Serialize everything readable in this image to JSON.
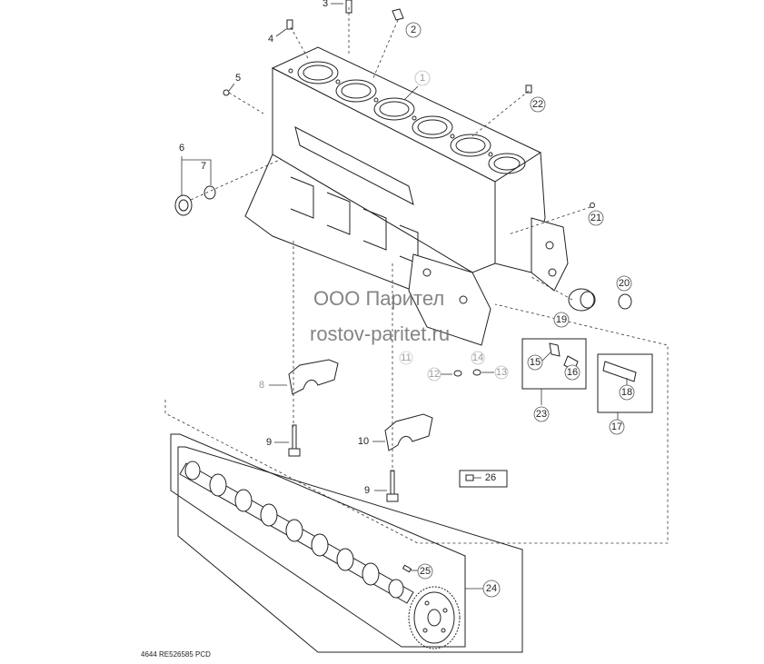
{
  "watermark": {
    "line1": "ООО Парител",
    "line2": "rostov-paritet.ru"
  },
  "footer": {
    "drawing_code": "4644  RE526585  PCD"
  },
  "callouts": [
    "1",
    "2",
    "3",
    "4",
    "5",
    "6",
    "7",
    "8",
    "9",
    "9",
    "10",
    "11",
    "12",
    "13",
    "14",
    "15",
    "16",
    "17",
    "18",
    "19",
    "20",
    "21",
    "22",
    "23",
    "24",
    "25",
    "26"
  ],
  "labels": {
    "c1": "1",
    "c2": "2",
    "c3": "3",
    "c4": "4",
    "c5": "5",
    "c6": "6",
    "c7": "7",
    "c8": "8",
    "c9a": "9",
    "c9b": "9",
    "c10": "10",
    "c11": "11",
    "c12": "12",
    "c13": "13",
    "c14": "14",
    "c15": "15",
    "c16": "16",
    "c17": "17",
    "c18": "18",
    "c19": "19",
    "c20": "20",
    "c21": "21",
    "c22": "22",
    "c23": "23",
    "c24": "24",
    "c25": "25",
    "c26": "26"
  }
}
